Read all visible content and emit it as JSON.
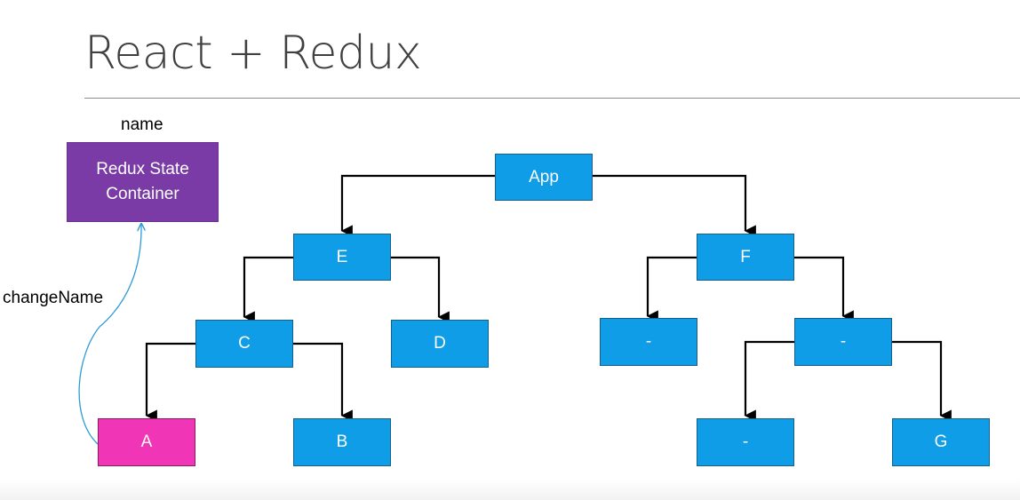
{
  "slide": {
    "title": "React + Redux"
  },
  "state_container": {
    "top_label": "name",
    "line1": "Redux State",
    "line2": "Container"
  },
  "action": {
    "label": "changeName"
  },
  "nodes": {
    "app": "App",
    "e": "E",
    "f": "F",
    "c": "C",
    "d": "D",
    "f_left": "-",
    "f_right": "-",
    "a": "A",
    "b": "B",
    "g_left": "-",
    "g": "G"
  },
  "colors": {
    "component": "#0e9de6",
    "state_container": "#7a3ba6",
    "active_component": "#f035b6",
    "connector": "#000000",
    "action_arrow": "#2e9bd6"
  }
}
